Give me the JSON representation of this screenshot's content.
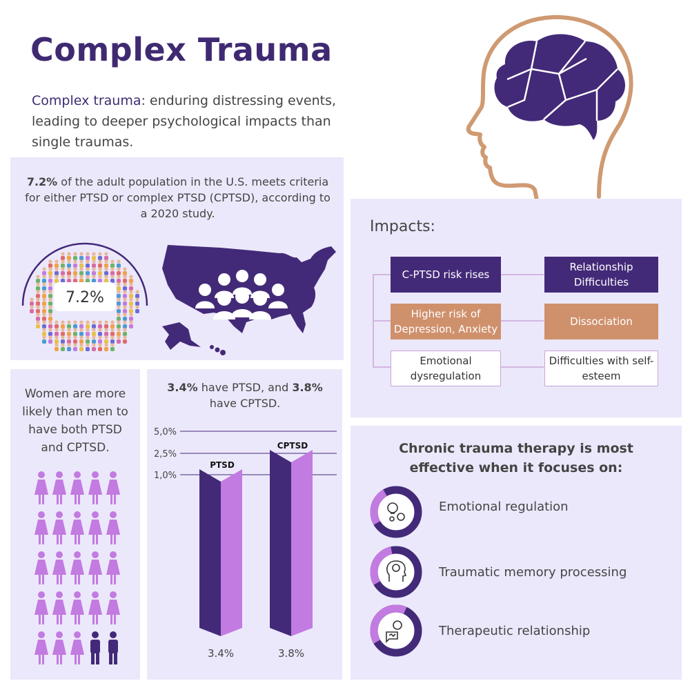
{
  "header": {
    "title": "Complex Trauma",
    "intro_term": "Complex trauma",
    "intro_rest": ": enduring distressing events, leading to deeper psychological impacts than single traumas."
  },
  "prevalence": {
    "stat_bold": "7.2%",
    "stat_rest": " of the adult population in the U.S. meets criteria for either PTSD or complex PTSD (CPTSD), according to a 2020 study.",
    "badge": "7.2%"
  },
  "impacts": {
    "heading": "Impacts:",
    "items": [
      {
        "label": "C-PTSD risk rises",
        "style": "dark"
      },
      {
        "label": "Relationship Difficulties",
        "style": "dark"
      },
      {
        "label": "Higher risk of Depression, Anxiety",
        "style": "orange"
      },
      {
        "label": "Dissociation",
        "style": "orange"
      },
      {
        "label": "Emotional dysregulation",
        "style": "light"
      },
      {
        "label": "Difficulties with self-esteem",
        "style": "light"
      }
    ]
  },
  "women": {
    "text": "Women are more likely than men to have both PTSD and CPTSD.",
    "rows": 5,
    "cols": 5,
    "men_count": 2
  },
  "chart_data": {
    "type": "bar",
    "title_b1": "3.4%",
    "title_m1": " have PTSD, and ",
    "title_b2": "3.8%",
    "title_m2": " have CPTSD.",
    "categories": [
      "PTSD",
      "CPTSD"
    ],
    "values": [
      3.4,
      3.8
    ],
    "value_labels": [
      "3.4%",
      "3.8%"
    ],
    "ticks": [
      "5,0%",
      "2,5%",
      "1,0%"
    ],
    "series_colors": [
      "#432a78",
      "#c27be0"
    ]
  },
  "therapy": {
    "heading": "Chronic trauma therapy is most effective when it focuses on:",
    "items": [
      {
        "label": "Emotional regulation",
        "icon": "gears-lightbulb-icon",
        "fill": 0.75
      },
      {
        "label": "Traumatic memory processing",
        "icon": "head-brain-icon",
        "fill": 0.7
      },
      {
        "label": "Therapeutic relationship",
        "icon": "head-conversation-icon",
        "fill": 0.6
      }
    ]
  },
  "colors": {
    "purple": "#432a78",
    "lavender": "#c27be0",
    "orange": "#cf906c",
    "panel": "#ece8fb",
    "skin": "#cf9a72"
  }
}
